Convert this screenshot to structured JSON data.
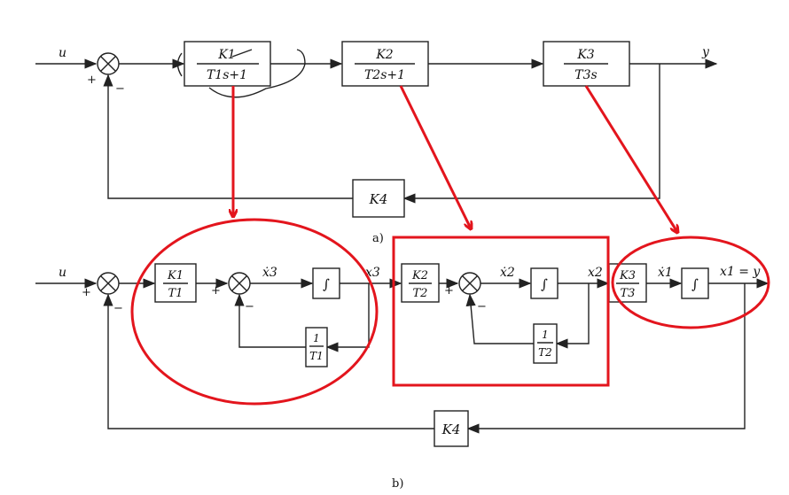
{
  "diagram_a": {
    "input": "u",
    "output": "y",
    "sum_plus": "+",
    "sum_minus": "−",
    "block1": {
      "num": "K1",
      "den": "T1s+1"
    },
    "block2": {
      "num": "K2",
      "den": "T2s+1"
    },
    "block3": {
      "num": "K3",
      "den": "T3s"
    },
    "feedback": "K4",
    "caption": "a)"
  },
  "diagram_b": {
    "input": "u",
    "sum_plus": "+",
    "sum_minus": "−",
    "g1": {
      "num": "K1",
      "den": "T1"
    },
    "g2": {
      "num": "K2",
      "den": "T2"
    },
    "g3": {
      "num": "K3",
      "den": "T3"
    },
    "int_symbol": "∫",
    "fb1": {
      "num": "1",
      "den": "T1"
    },
    "fb2": {
      "num": "1",
      "den": "T2"
    },
    "x3dot": "ẋ3",
    "x3": "x3",
    "x2dot": "ẋ2",
    "x2": "x2",
    "x1dot": "ẋ1",
    "x1_output": "x1 = y",
    "feedback": "K4",
    "caption": "b)"
  },
  "colors": {
    "annotation": "#e3151d",
    "ink": "#222222"
  }
}
